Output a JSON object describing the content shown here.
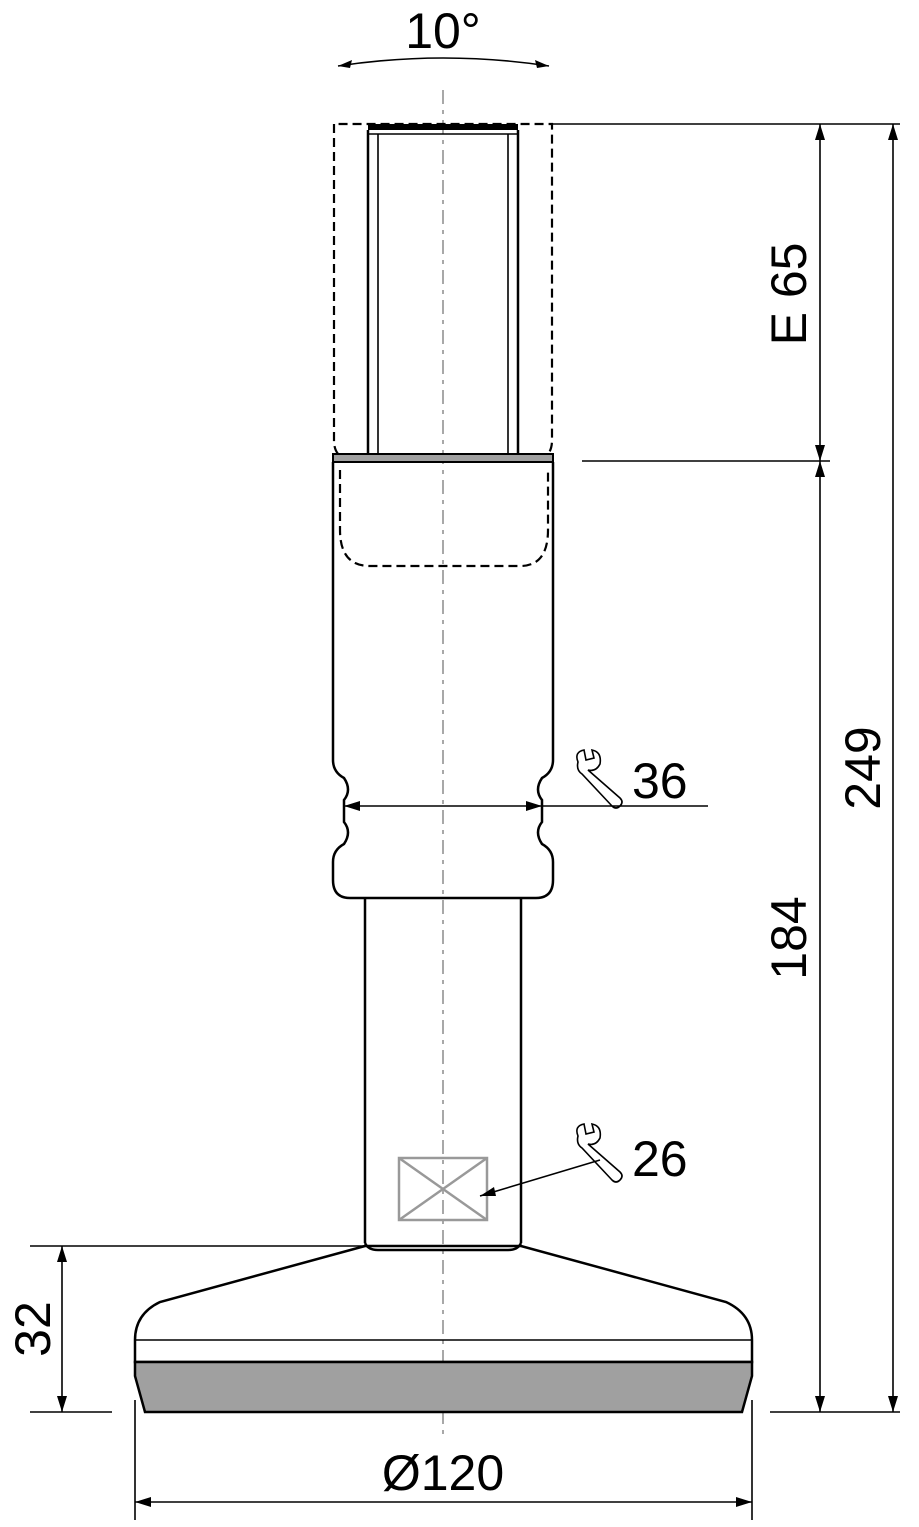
{
  "drawing": {
    "angle_label": "10°",
    "dim_top_extension": "E 65",
    "dim_total_height": "249",
    "dim_body_height": "184",
    "dim_base_height": "32",
    "dim_base_diameter": "Ø120",
    "wrench_upper_size": "36",
    "wrench_lower_size": "26"
  },
  "icons": {
    "wrench_upper": "wrench-icon",
    "wrench_lower": "wrench-icon"
  },
  "colors": {
    "line": "#000000",
    "pad_fill": "#a0a0a0",
    "centerline": "#a8a8a8"
  }
}
